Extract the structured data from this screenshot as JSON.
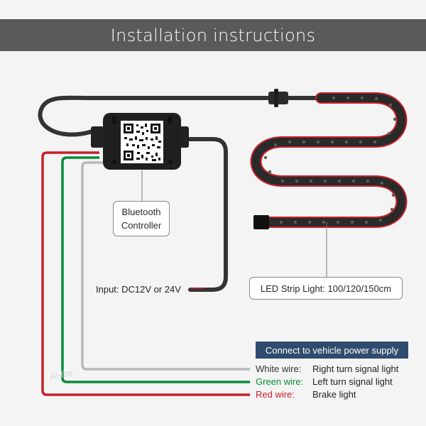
{
  "header": {
    "title": "Installation instructions"
  },
  "controller_label": {
    "line1": "Bluetooth",
    "line2": "Controller"
  },
  "input_label": "Input: DC12V or 24V",
  "strip_label": "LED Strip Light: 100/120/150cm",
  "power_banner": "Connect to vehicle power supply",
  "wires": [
    {
      "name": "White wire:",
      "desc": "Right turn signal light",
      "color": "#444444"
    },
    {
      "name": "Green wire:",
      "desc": "Left turn signal light",
      "color": "#0a8a3a"
    },
    {
      "name": "Red wire:",
      "desc": "Brake light",
      "color": "#c8202a"
    }
  ],
  "watermark": "Ai-lite",
  "colors": {
    "header_bg": "#5a5a5a",
    "banner_bg": "#2f4c6e",
    "cable": "#3a3a3a",
    "red_wire": "#c8202a",
    "green_wire": "#0a8a3a",
    "white_wire": "#b8b8b8",
    "strip_red": "#c8202a"
  }
}
